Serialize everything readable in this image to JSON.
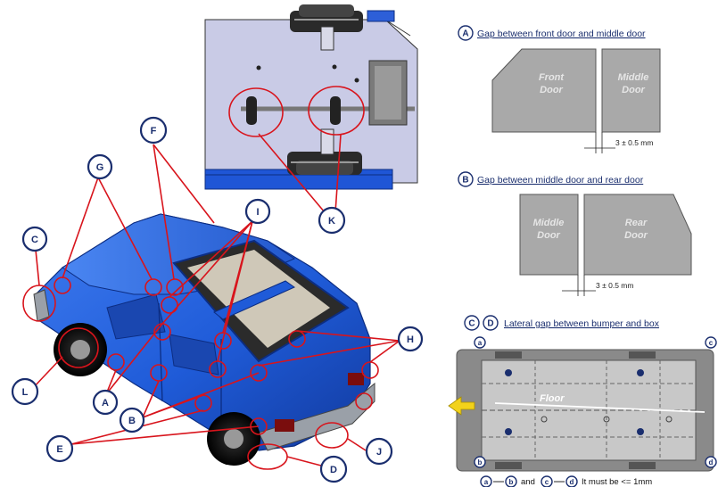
{
  "callouts": {
    "A": "A",
    "B": "B",
    "C": "C",
    "D": "D",
    "E": "E",
    "F": "F",
    "G": "G",
    "H": "H",
    "I": "I",
    "J": "J",
    "K": "K",
    "L": "L"
  },
  "panel_a": {
    "letter": "A",
    "heading": "Gap between front door and middle door",
    "front_door": [
      "Front",
      "Door"
    ],
    "middle_door": [
      "Middle",
      "Door"
    ],
    "dimension": "3 ± 0.5 mm"
  },
  "panel_b": {
    "letter": "B",
    "heading": "Gap between middle door and rear door",
    "middle_door": [
      "Middle",
      "Door"
    ],
    "rear_door": [
      "Rear",
      "Door"
    ],
    "dimension": "3 ± 0.5 mm"
  },
  "panel_cd": {
    "letter_c": "C",
    "letter_d": "D",
    "heading": "Lateral gap between bumper and box",
    "floor_label": "Floor",
    "corner_a": "a",
    "corner_b": "b",
    "corner_c": "c",
    "corner_d": "d",
    "note_and": "and",
    "note_rule": "It must be <= 1mm"
  },
  "colors": {
    "vehicle_blue": "#1f5bd8",
    "callout_navy": "#1a2e6e",
    "highlight_red": "#d8141c",
    "door_grey": "#a9a9a9",
    "arrow_yellow": "#f2d21b"
  }
}
